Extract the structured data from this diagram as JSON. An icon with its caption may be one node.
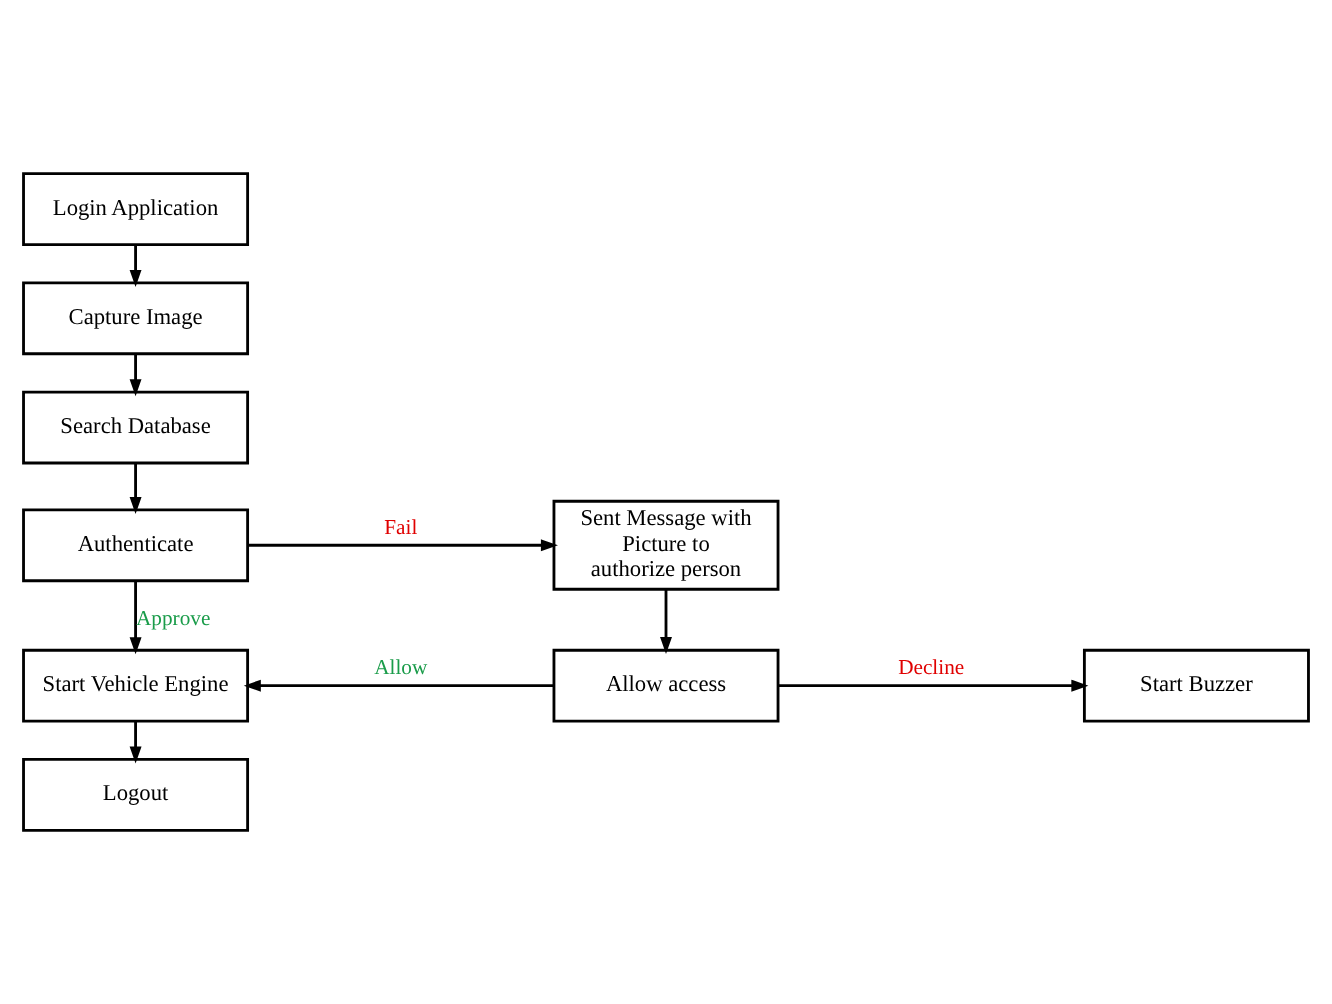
{
  "diagram": {
    "nodes": [
      {
        "text": [
          "Login Application"
        ]
      },
      {
        "text": [
          "Capture Image"
        ]
      },
      {
        "text": [
          "Search Database"
        ]
      },
      {
        "text": [
          "Authenticate"
        ]
      },
      {
        "text": [
          "Sent Message with Picture to authorize person"
        ]
      },
      {
        "text": [
          "Start Vehicle Engine"
        ]
      },
      {
        "text": [
          "Allow access"
        ]
      },
      {
        "text": [
          "Start Buzzer"
        ]
      },
      {
        "text": [
          "Logout"
        ]
      }
    ],
    "edges": [
      {
        "from": 0,
        "to": 1,
        "arrow": "to"
      },
      {
        "from": 1,
        "to": 2,
        "arrow": "to"
      },
      {
        "from": 2,
        "to": 3,
        "arrow": "to"
      },
      {
        "from": 3,
        "to": 4,
        "arrow": "to",
        "label": "Fail"
      },
      {
        "from": 3,
        "to": 5,
        "arrow": "to",
        "label": "Approve"
      },
      {
        "from": 4,
        "to": 6,
        "arrow": "to"
      },
      {
        "from": 6,
        "to": 5,
        "arrow": "to",
        "label": "Allow"
      },
      {
        "from": 6,
        "to": 7,
        "arrow": "to",
        "label": "Decline"
      },
      {
        "from": 5,
        "to": 8,
        "arrow": "to"
      }
    ]
  }
}
